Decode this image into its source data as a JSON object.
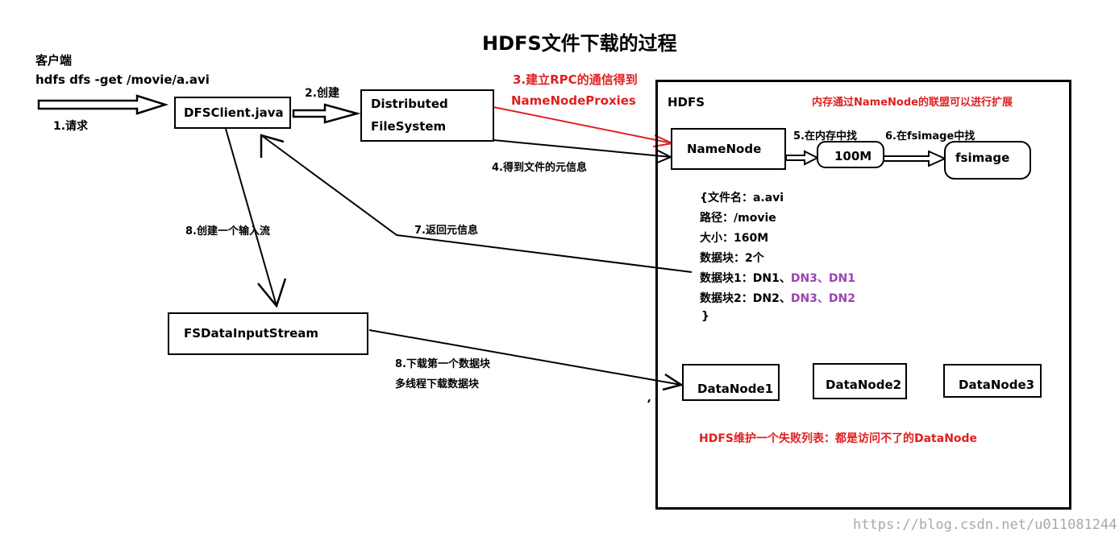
{
  "title": "HDFS文件下载的过程",
  "client": {
    "label": "客户端",
    "command": "hdfs dfs -get /movie/a.avi"
  },
  "nodes": {
    "dfs_client": "DFSClient.java",
    "distributed_fs_line1": "Distributed",
    "distributed_fs_line2": "FileSystem",
    "hdfs": "HDFS",
    "namenode": "NameNode",
    "memory": "100M",
    "fsimage": "fsimage",
    "input_stream": "FSDataInputStream",
    "datanode1": "DataNode1",
    "datanode2": "DataNode2",
    "datanode3": "DataNode3"
  },
  "steps": {
    "s1": "1.请求",
    "s2": "2.创建",
    "s3_line1": "3.建立RPC的通信得到",
    "s3_line2": "NameNodeProxies",
    "s4": "4.得到文件的元信息",
    "s5": "5.在内存中找",
    "s6": "6.在fsimage中找",
    "s7": "7.返回元信息",
    "s8_create": "8.创建一个输入流",
    "s8_download_line1": "8.下载第一个数据块",
    "s8_download_line2": "多线程下载数据块"
  },
  "notes": {
    "federation": "内存通过NameNode的联盟可以进行扩展",
    "fail_list": "HDFS维护一个失败列表：都是访问不了的DataNode"
  },
  "metadata": {
    "open": "{文件名：a.avi",
    "path": "路径：/movie",
    "size": "大小：160M",
    "blocks": "数据块：2个",
    "block1_prefix": "数据块1：DN1、",
    "block1_replicas": "DN3、DN1",
    "block2_prefix": "数据块2：DN2、",
    "block2_replicas": "DN3、DN2",
    "close": "}"
  },
  "watermark": "https://blog.csdn.net/u011081244",
  "colors": {
    "annotation_red": "#e02020",
    "replica_purple": "#9a45b5",
    "line": "#000000"
  }
}
